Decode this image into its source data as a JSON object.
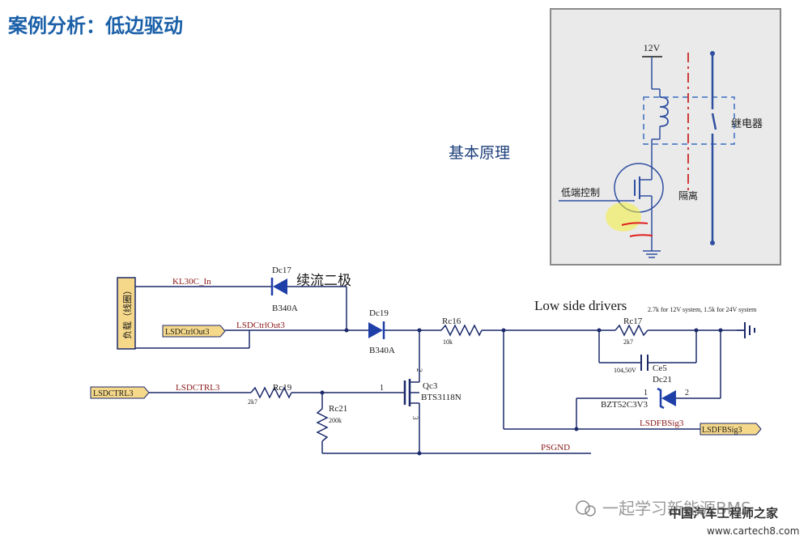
{
  "slide": {
    "title": "案例分析：低边驱动",
    "principle_label": "基本原理"
  },
  "principle_diagram": {
    "supply": "12V",
    "relay": "继电器",
    "control": "低端控制",
    "isolation": "隔离"
  },
  "schematic": {
    "load_label": "负载（线圈）",
    "kl30": "KL30C_In",
    "dc17": "Dc17",
    "flyback_note": "续流二极",
    "b340a_1": "B340A",
    "lsd_out_port": "LSDCtrlOut3",
    "lsd_out_net": "LSDCtrlOut3",
    "dc19": "Dc19",
    "b340a_2": "B340A",
    "rc16": "Rc16",
    "rc16_val": "10k",
    "low_side_title": "Low side drivers",
    "note_resistor": "2.7k for 12V system, 1.5k for 24V system",
    "rc17": "Rc17",
    "rc17_val": "2k7",
    "ce5": "Ce5",
    "ce5_val": "104,50V",
    "dc21": "Dc21",
    "dc21_pin1": "1",
    "dc21_pin2": "2",
    "zener": "BZT52C3V3",
    "fb_net": "LSDFBSig3",
    "fb_port": "LSDFBSig3",
    "lsdctrl_port": "LSDCTRL3",
    "lsdctrl_net": "LSDCTRL3",
    "rc19": "Rc19",
    "rc19_val": "2k7",
    "rc21": "Rc21",
    "rc21_val": "200k",
    "pin1": "1",
    "pin2": "2",
    "pin3": "3",
    "qc3": "Qc3",
    "qc3_part": "BTS3118N",
    "psgnd": "PSGND"
  },
  "watermark": {
    "line1": "一起学习新能源BMS",
    "line2": "中国汽车工程师之家",
    "url": "www.cartech8.com"
  },
  "colors": {
    "title": "#1a5fa8",
    "wire": "#1c2a6b",
    "net_label": "#8b1a1a",
    "component": "#1f3fa8",
    "port_fill": "#f5d88a"
  }
}
